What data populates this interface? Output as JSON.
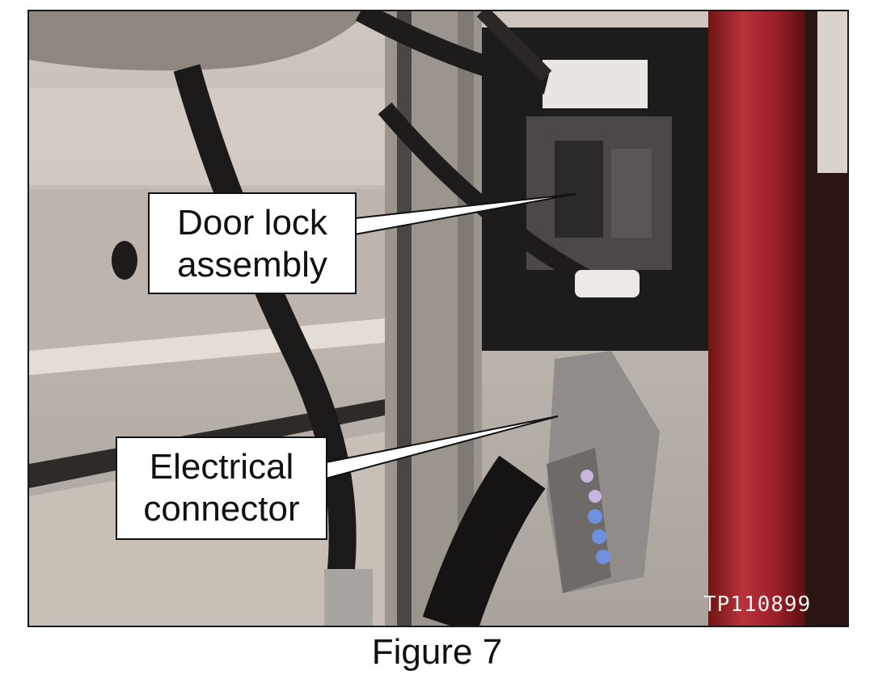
{
  "callouts": {
    "door_lock": {
      "line1": "Door lock",
      "line2": "assembly"
    },
    "electrical": {
      "line1": "Electrical",
      "line2": "connector"
    }
  },
  "photo_code": "TP110899",
  "caption": "Figure 7"
}
